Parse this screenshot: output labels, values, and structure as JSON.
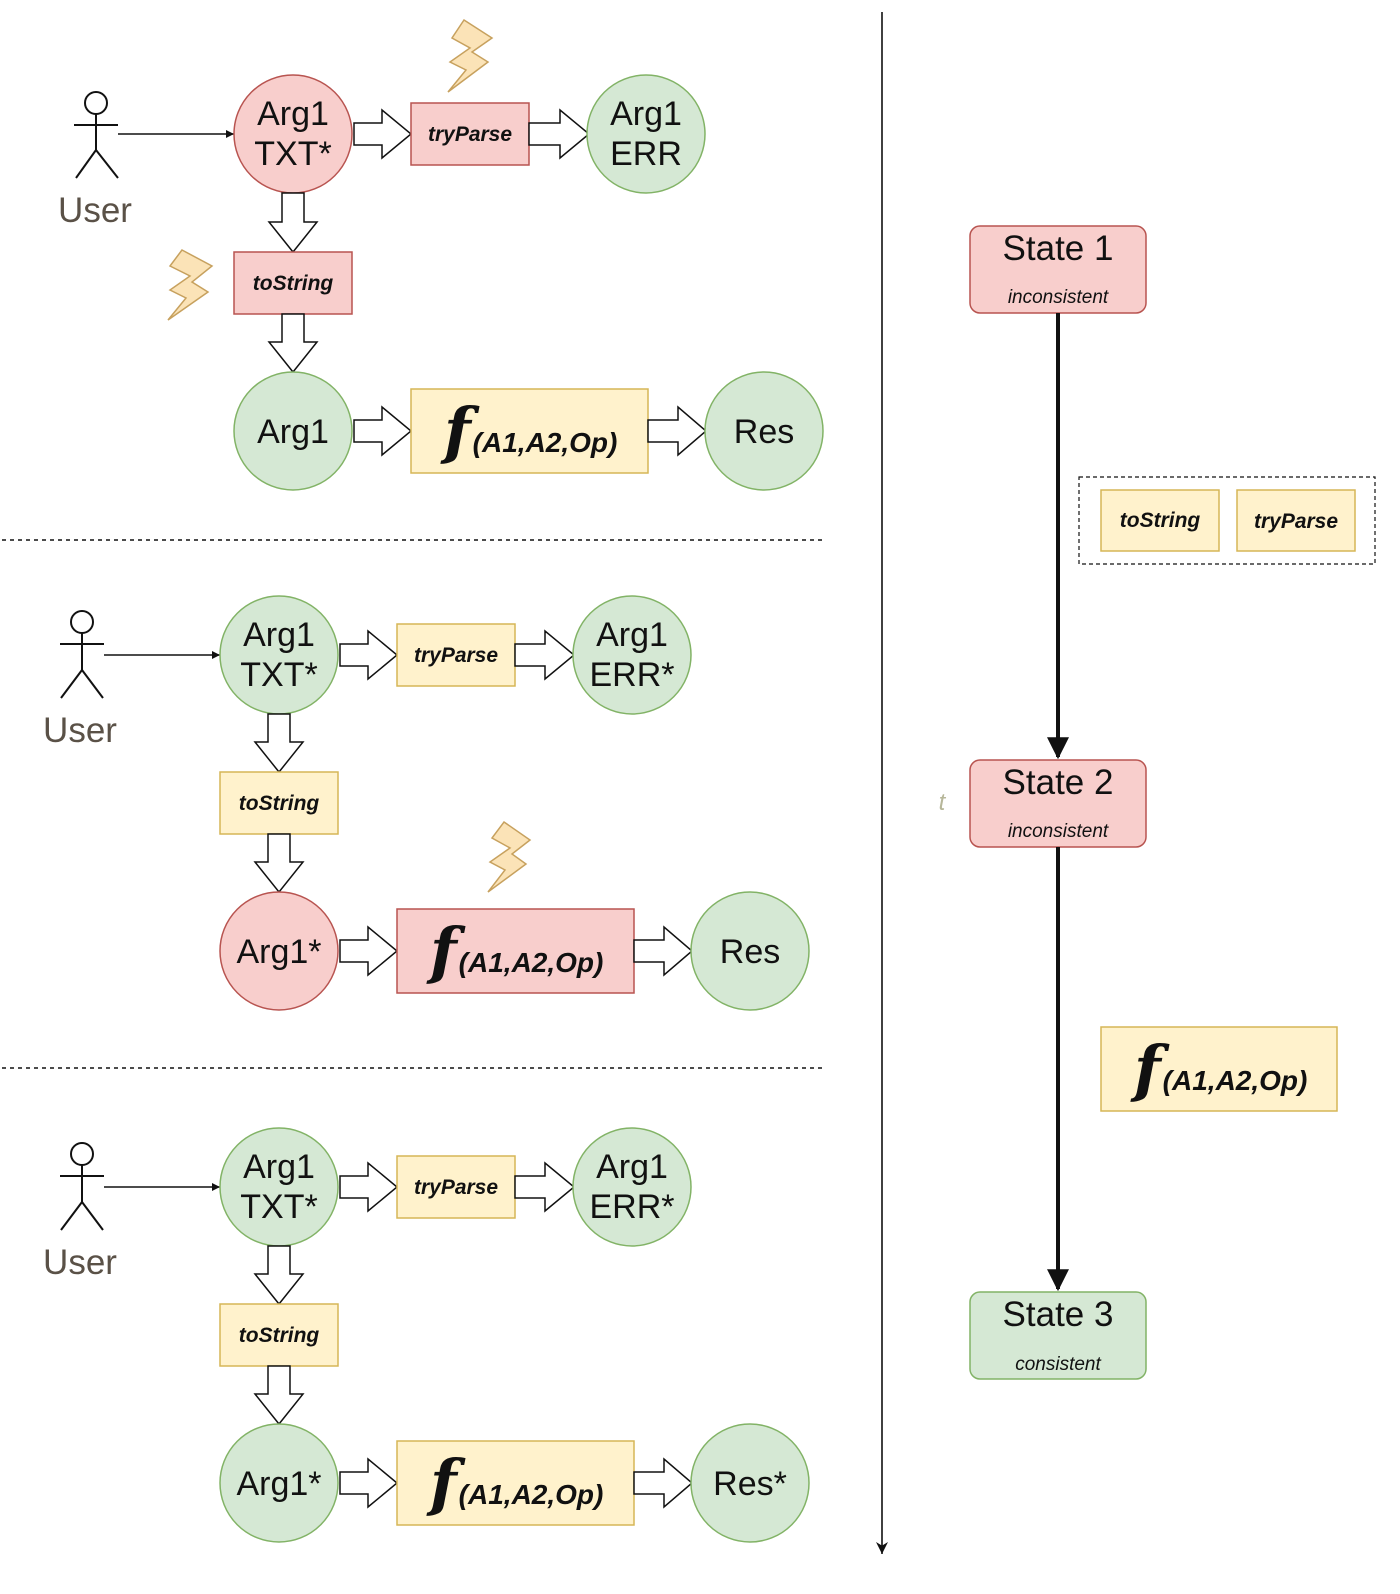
{
  "colors": {
    "red_fill": "#f8cecc",
    "red_stroke": "#b85450",
    "green_fill": "#d5e8d4",
    "green_stroke": "#82b366",
    "yellow_fill": "#fff2cc",
    "yellow_stroke": "#d6b656",
    "bolt_fill": "#fbe3b7",
    "bolt_stroke": "#c7a15e"
  },
  "panels": [
    {
      "user": "User",
      "arg_txt": [
        "Arg1",
        "TXT*"
      ],
      "try_parse": "tryParse",
      "arg_err": [
        "Arg1",
        "ERR"
      ],
      "to_string": "toString",
      "arg": "Arg1",
      "func": "f",
      "func_sub": "(A1,A2,Op)",
      "res": "Res"
    },
    {
      "user": "User",
      "arg_txt": [
        "Arg1",
        "TXT*"
      ],
      "try_parse": "tryParse",
      "arg_err": [
        "Arg1",
        "ERR*"
      ],
      "to_string": "toString",
      "arg": "Arg1*",
      "func": "f",
      "func_sub": "(A1,A2,Op)",
      "res": "Res"
    },
    {
      "user": "User",
      "arg_txt": [
        "Arg1",
        "TXT*"
      ],
      "try_parse": "tryParse",
      "arg_err": [
        "Arg1",
        "ERR*"
      ],
      "to_string": "toString",
      "arg": "Arg1*",
      "func": "f",
      "func_sub": "(A1,A2,Op)",
      "res": "Res*"
    }
  ],
  "timeline": {
    "axis_label": "t",
    "states": [
      {
        "title": "State 1",
        "subtitle": "inconsistent"
      },
      {
        "title": "State 2",
        "subtitle": "inconsistent"
      },
      {
        "title": "State 3",
        "subtitle": "consistent"
      }
    ],
    "group_labels": [
      "toString",
      "tryParse"
    ],
    "func": "f",
    "func_sub": "(A1,A2,Op)"
  }
}
